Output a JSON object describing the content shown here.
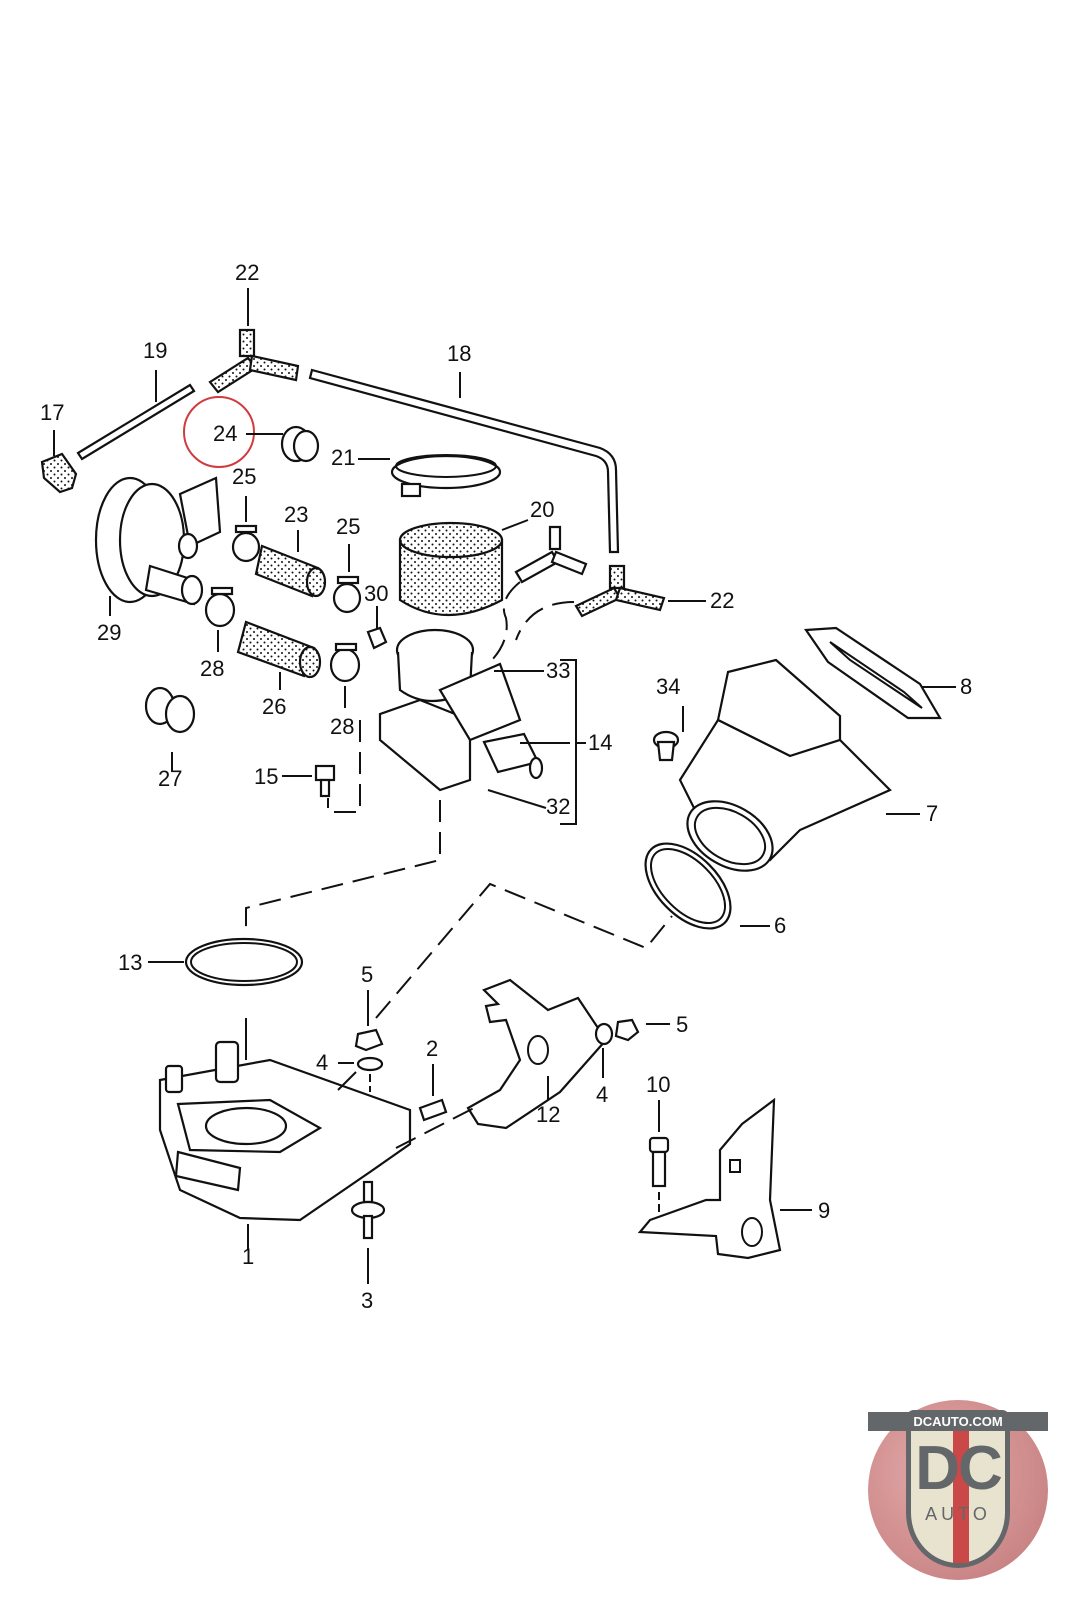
{
  "diagram": {
    "title": "Throttle body / air flow meter exploded parts diagram",
    "highlight_color": "#d23b3b",
    "highlighted_part": "24",
    "part_labels": {
      "p1": "1",
      "p2": "2",
      "p3": "3",
      "p4a": "4",
      "p4b": "4",
      "p5a": "5",
      "p5b": "5",
      "p6": "6",
      "p7": "7",
      "p8": "8",
      "p9": "9",
      "p10": "10",
      "p12": "12",
      "p13": "13",
      "p14": "14",
      "p15": "15",
      "p17": "17",
      "p18": "18",
      "p19": "19",
      "p20": "20",
      "p21": "21",
      "p22a": "22",
      "p22b": "22",
      "p23": "23",
      "p24": "24",
      "p25a": "25",
      "p25b": "25",
      "p26": "26",
      "p27": "27",
      "p28a": "28",
      "p28b": "28",
      "p29": "29",
      "p30": "30",
      "p32": "32",
      "p33": "33",
      "p34": "34"
    }
  },
  "logo": {
    "url_text": "DCAUTO.COM",
    "mark": "DC",
    "subtext": "AUTO",
    "colors": {
      "shield": "#e7e2cd",
      "text": "#5b5f63",
      "stripe": "#c8403f",
      "badge_bg": "#c98181"
    }
  }
}
